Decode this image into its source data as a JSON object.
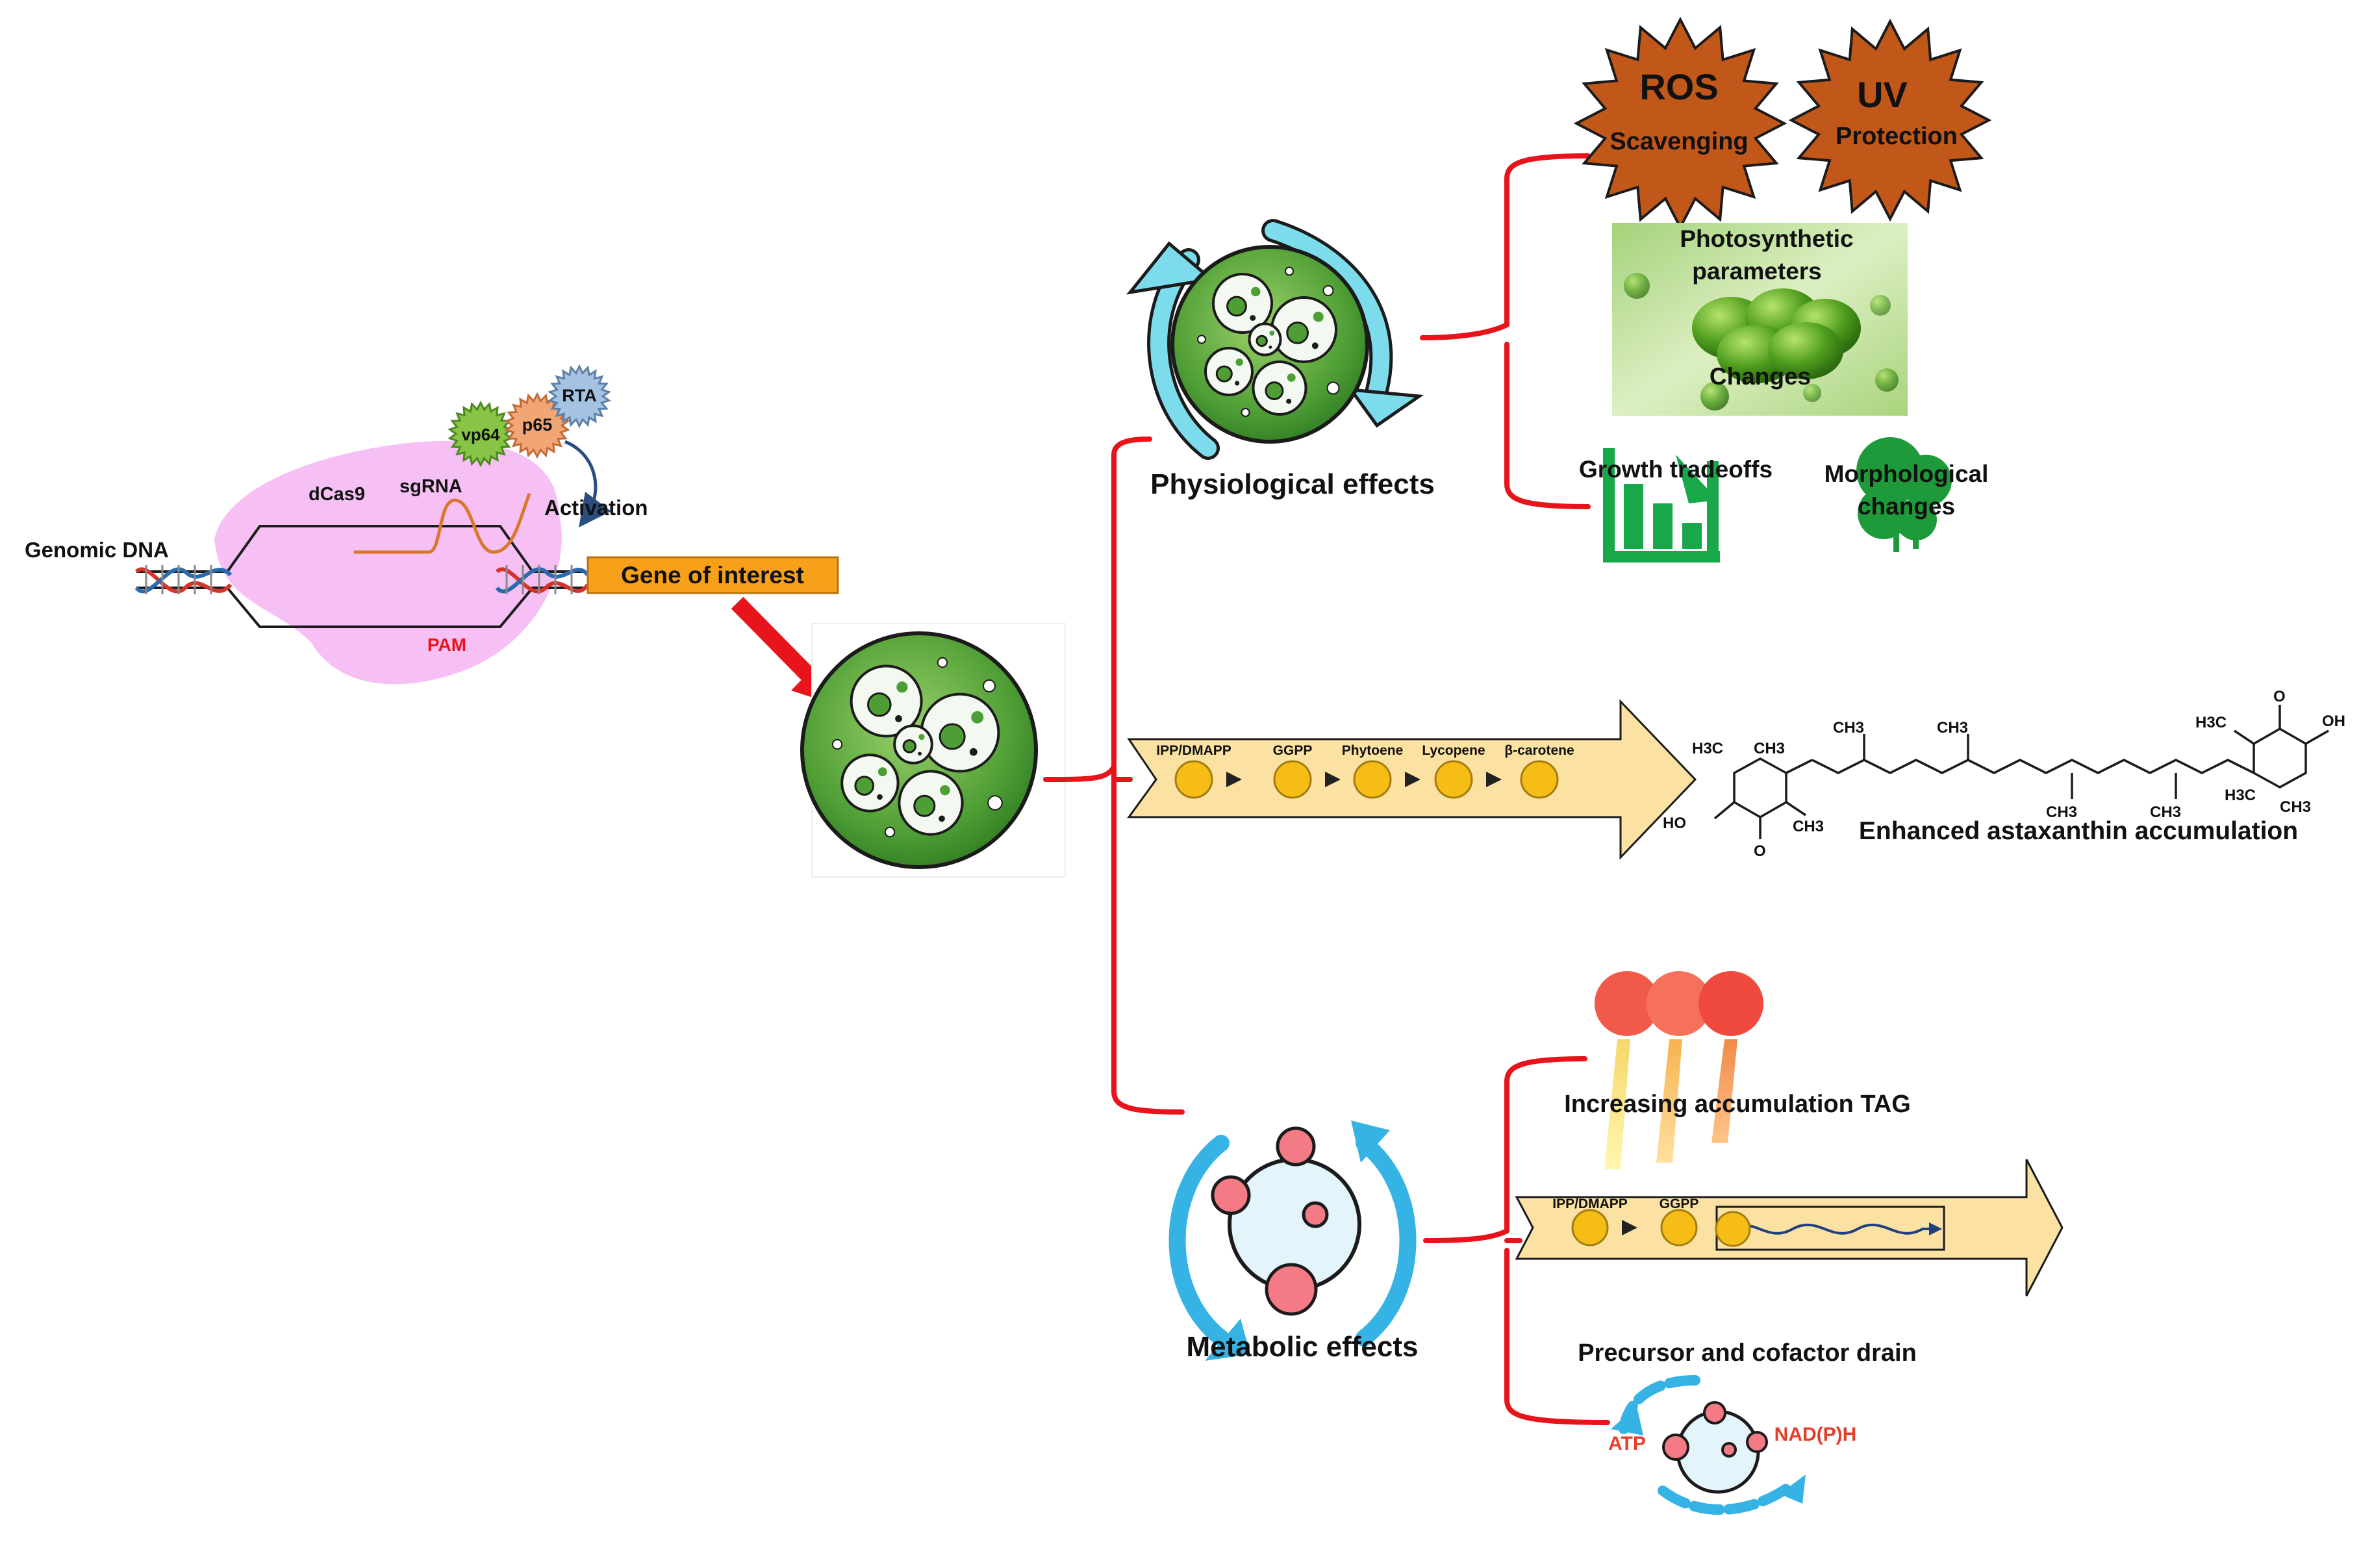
{
  "crispr": {
    "genomic_dna": "Genomic DNA",
    "dcas9": "dCas9",
    "sgrna": "sgRNA",
    "vp64": "vp64",
    "p65": "p65",
    "rta": "RTA",
    "activation": "Activation",
    "gene_of_interest": "Gene of interest",
    "pam": "PAM"
  },
  "physiological": {
    "title": "Physiological effects",
    "ros_1": "ROS",
    "ros_2": "Scavenging",
    "uv_1": "UV",
    "uv_2": "Protection",
    "photo_1": "Photosynthetic",
    "photo_2": "parameters",
    "photo_3": "Changes",
    "growth": "Growth tradeoffs",
    "morph_1": "Morphological",
    "morph_2": "changes"
  },
  "pathway": {
    "steps": [
      "IPP/DMAPP",
      "GGPP",
      "Phytoene",
      "Lycopene",
      "β-carotene"
    ],
    "outcome": "Enhanced astaxanthin accumulation",
    "molecule": {
      "h3c_a": "H3C",
      "ch3_a": "CH3",
      "ch3_b": "CH3",
      "ch3_c": "CH3",
      "ho_left": "HO",
      "o_left": "O",
      "ch3_d": "CH3",
      "ch3_e": "CH3",
      "ch3_f": "CH3",
      "h3c_b": "H3C",
      "o_right": "O",
      "oh_right": "OH",
      "h3c_c": "H3C",
      "ch3_g": "CH3"
    }
  },
  "metabolic": {
    "title": "Metabolic effects",
    "tag": "Increasing accumulation TAG",
    "steps": [
      "IPP/DMAPP",
      "GGPP"
    ],
    "drain": "Precursor and cofactor drain",
    "atp": "ATP",
    "nadph": "NAD(P)H"
  },
  "colors": {
    "branch": "#e8141b",
    "arrow_fill": "#fbe2a2",
    "bead": "#f7bd17",
    "cell_green": "#5aa43a",
    "star": "#c2571a",
    "gene_box": "#f7a11b",
    "pam": "#e8141b",
    "dcas9_blob": "#f6bdf3",
    "metabolic_blue": "#35b3e4",
    "atp_red": "#e33f2a"
  }
}
